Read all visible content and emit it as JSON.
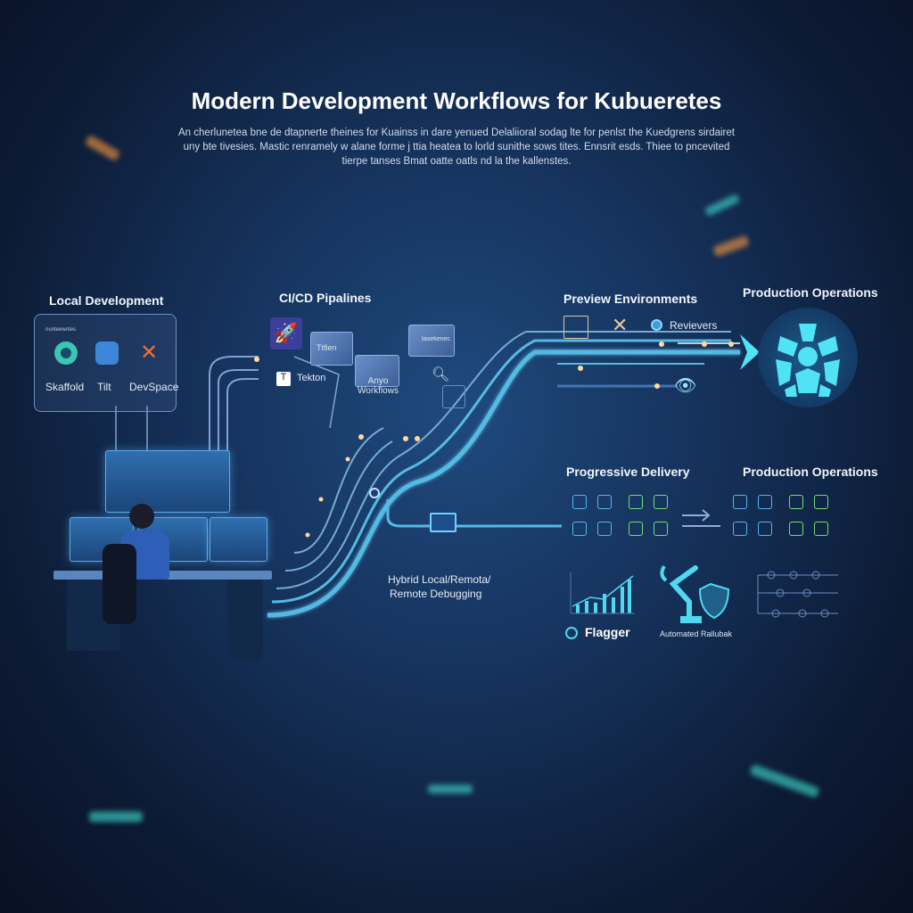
{
  "title": "Modern Development Workflows for Kubueretes",
  "subtitle": [
    "An cherlunetea bne de dtapnerte theines for Kuainss in dare yenued Delaliioral sodag lte for penlst the Kuedgrens sirdairet",
    "uny bte tivesies. Mastic renramely w alane forme j ttia heatea to lorld sunithe sows tites. Ennsrit esds. Thiee to pncevited",
    "tierpe tanses Bmat oatte oatls nd la the kallenstes."
  ],
  "local_development": {
    "label": "Local Development",
    "box_caption": "nunteewntes",
    "tools": [
      "Skaffold",
      "Tilt",
      "DevSpace"
    ]
  },
  "cicd": {
    "label": "CI/CD Pipalines",
    "items": [
      "Ttfien",
      "Tekton",
      "Anyo Workflows",
      "tasekenec"
    ]
  },
  "preview": {
    "label": "Preview Environments",
    "reviewers": "Revievers"
  },
  "production_top": {
    "label": "Production Operations"
  },
  "progressive": {
    "label": "Progressive Delivery"
  },
  "production_bottom": {
    "label": "Production Operations"
  },
  "debugging": {
    "line1": "Hybrid Local/Remota/",
    "line2": "Remote Debugging"
  },
  "flagger": "Flagger",
  "rollback": "Automated Rallubak",
  "colors": {
    "accent": "#4fe3f5",
    "flow": "#5cc8f0",
    "dot": "#ffd9a0"
  }
}
